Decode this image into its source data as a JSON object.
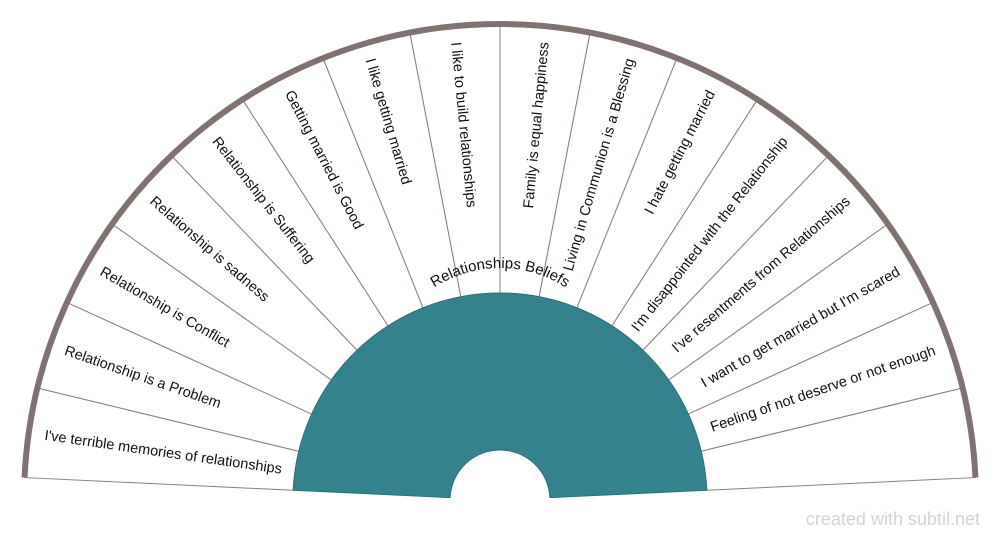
{
  "title": "Relationships Beliefs",
  "segments": [
    "I've terrible memories of relationships",
    "Relationship is a Problem",
    "Relationship is Conflict",
    "Relationship is sadness",
    "Relationship is Suffering",
    "Getting married is Good",
    "I like getting married",
    "I like to build relationships",
    "Family is equal happiness",
    "Living in Communion is a Blessing",
    "I hate getting married",
    "I'm disappointed with the Relationship",
    "I've resentments from Relationships",
    "I want to get married but I'm scared",
    "Feeling of not deserve or not enough",
    ""
  ],
  "watermark": "created with subtil.net",
  "colors": {
    "center": "#35828f",
    "outer_ring": "#7f7271",
    "divider": "#8a7f7e"
  }
}
